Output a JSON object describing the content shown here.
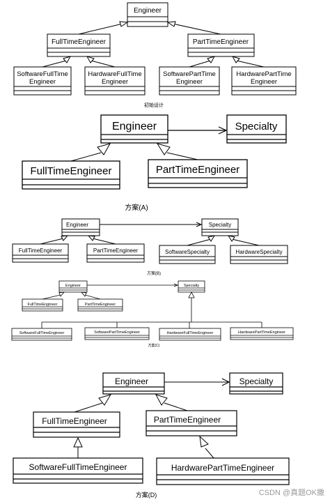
{
  "diagrams": {
    "initial": {
      "caption": "初始设计",
      "classes": {
        "engineer": "Engineer",
        "fulltime": "FullTimeEngineer",
        "parttime": "PartTimeEngineer",
        "sw_full_1": "SoftwareFullTime",
        "sw_full_2": "Engineer",
        "hw_full_1": "HardwareFullTime",
        "hw_full_2": "Engineer",
        "sw_part_1": "SoftwarePartTime",
        "sw_part_2": "Engineer",
        "hw_part_1": "HardwarePartTime",
        "hw_part_2": "Engineer"
      }
    },
    "planA": {
      "caption": "方案(A)",
      "classes": {
        "engineer": "Engineer",
        "specialty": "Specialty",
        "fulltime": "FullTimeEngineer",
        "parttime": "PartTimeEngineer"
      }
    },
    "planB": {
      "caption": "方案(B)",
      "classes": {
        "engineer": "Engineer",
        "specialty": "Specialty",
        "fulltime": "FullTimeEngineer",
        "parttime": "PartTimeEngineer",
        "sw_specialty": "SoftwareSpecialty",
        "hw_specialty": "HardwareSpecialty"
      }
    },
    "planC": {
      "caption": "方案(C)",
      "classes": {
        "engineer": "Engineer",
        "specialty": "Specialty",
        "fulltime": "FullTimeEngineer",
        "parttime": "PartTimeEngineer",
        "sw_full": "SoftwareFullTimeEngineer",
        "sw_part": "SoftwarePartTimeEngineer",
        "hw_full": "HardwareFullTimeEngineer",
        "hw_part": "HardwarePartTimeEngineer"
      }
    },
    "planD": {
      "caption": "方案(D)",
      "classes": {
        "engineer": "Engineer",
        "specialty": "Specialty",
        "fulltime": "FullTimeEngineer",
        "parttime": "PartTimeEngineer",
        "sw_full": "SoftwareFullTimeEngineer",
        "hw_part": "HardwarePartTimeEngineer"
      }
    }
  },
  "watermark": "CSDN @真题OK撒"
}
